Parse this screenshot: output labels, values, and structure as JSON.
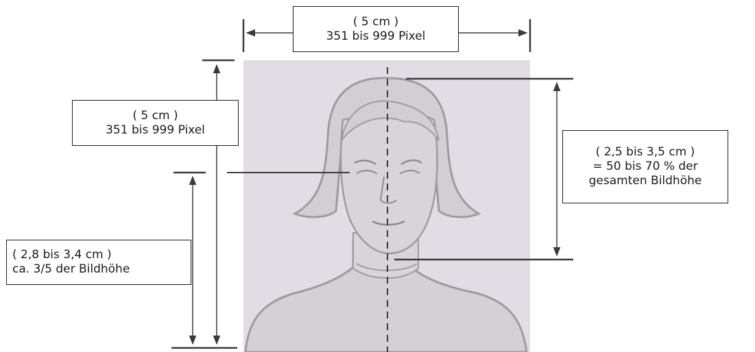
{
  "labels": {
    "image_width": {
      "line1": "( 5 cm )",
      "line2": "351 bis  999 Pixel"
    },
    "image_height": {
      "line1": "( 5 cm )",
      "line2": "351 bis  999 Pixel"
    },
    "face_height": {
      "line1": "( 2,5 bis 3,5 cm )",
      "line2": "= 50 bis 70 % der",
      "line3": "gesamten Bildhöhe"
    },
    "eye_height": {
      "line1": "( 2,8 bis 3,4 cm )",
      "line2": "ca. 3/5 der Bildhöhe"
    }
  },
  "colors": {
    "photo_background": "#e2dde5",
    "figure_fill": "#d4d1d4",
    "figure_outline": "#9e9a9e",
    "line": "#3a3a3a"
  }
}
